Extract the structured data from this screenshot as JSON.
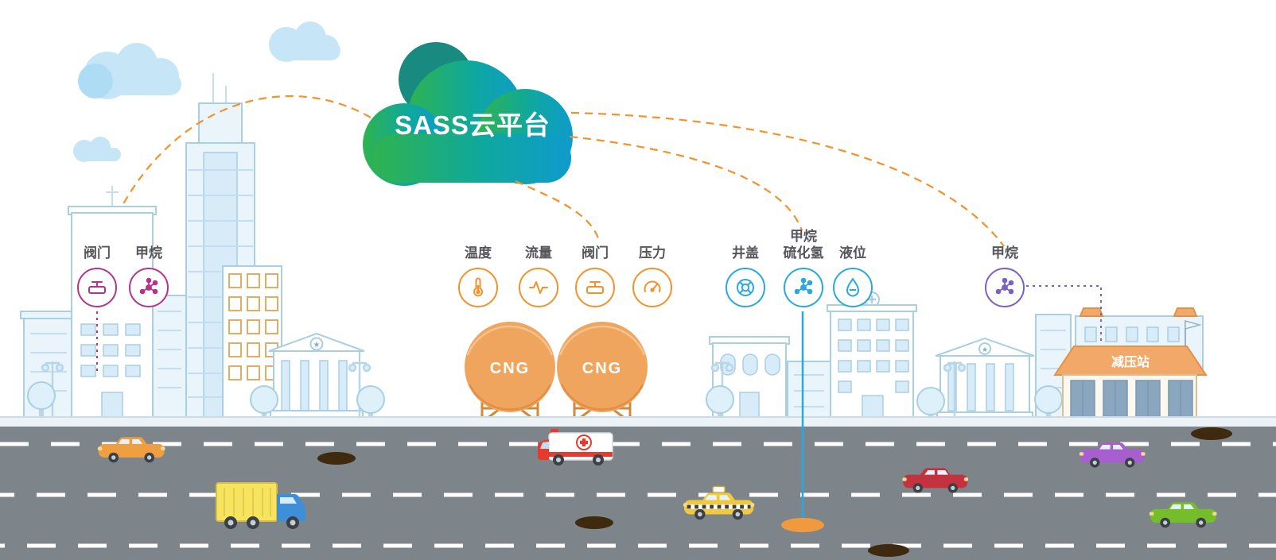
{
  "cloud": {
    "label": "SASS云平台",
    "gradient": [
      "#2fb34f",
      "#0f9bcd"
    ]
  },
  "sensor_groups": {
    "city": {
      "color": "#b5338a",
      "sensors": [
        {
          "name": "valve",
          "label": "阀门"
        },
        {
          "name": "methane",
          "label": "甲烷"
        }
      ]
    },
    "cng_station": {
      "color": "#f39229",
      "sensors": [
        {
          "name": "temperature",
          "label": "温度"
        },
        {
          "name": "flow",
          "label": "流量"
        },
        {
          "name": "valve",
          "label": "阀门"
        },
        {
          "name": "pressure",
          "label": "压力"
        }
      ]
    },
    "underground": {
      "color": "#29a8e0",
      "sensors": [
        {
          "name": "manhole-cover",
          "label": "井盖"
        },
        {
          "name": "methane-h2s",
          "label": "甲烷\n硫化氢"
        },
        {
          "name": "liquid-level",
          "label": "液位"
        }
      ]
    },
    "pressure_station": {
      "color": "#7c5fc9",
      "sensors": [
        {
          "name": "methane",
          "label": "甲烷"
        }
      ]
    }
  },
  "tanks": [
    "CNG",
    "CNG"
  ],
  "buildings": {
    "pressure_station_label": "减压站"
  },
  "vehicles": [
    "car-orange",
    "truck-yellow",
    "ambulance",
    "taxi-yellow",
    "car-red",
    "car-purple",
    "car-green"
  ],
  "colors": {
    "link_orange": "#f39229",
    "magenta": "#b5338a",
    "blue": "#29a8e0",
    "purple": "#7c5fc9",
    "road": "#7d858b",
    "tank_orange": "#f0a55e"
  }
}
